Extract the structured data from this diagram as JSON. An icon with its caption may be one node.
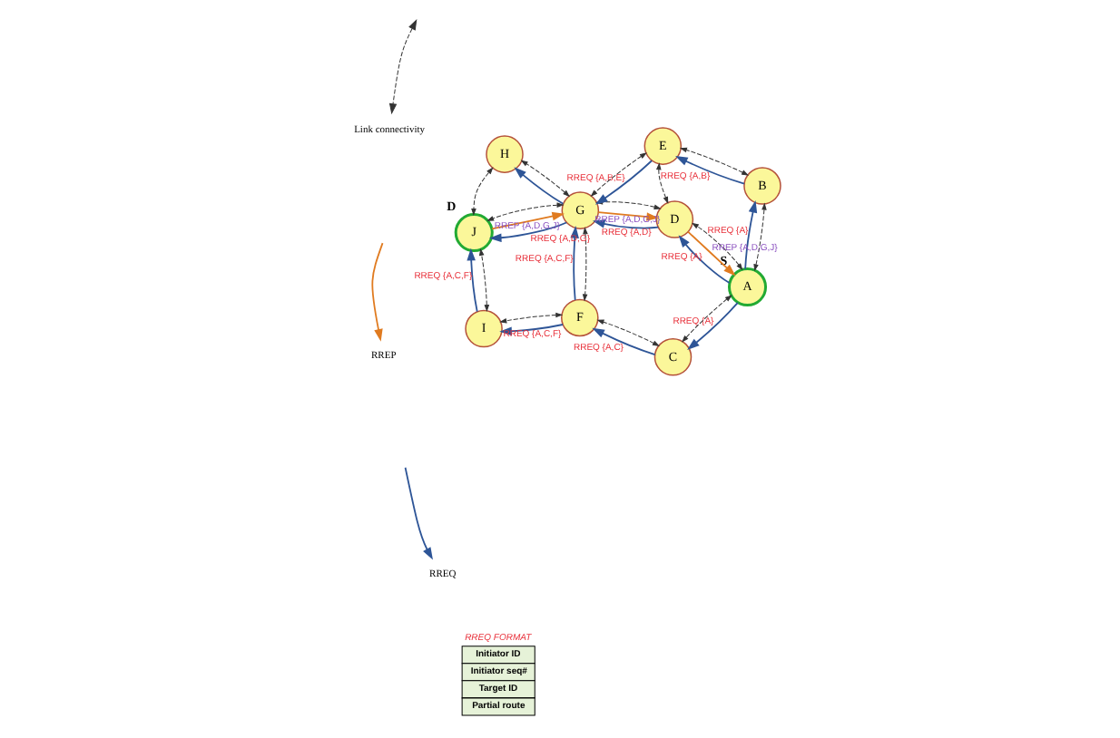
{
  "diagram": {
    "nodes": [
      {
        "text": [
          "A"
        ],
        "beside": [
          "S"
        ]
      },
      {
        "text": [
          "B"
        ]
      },
      {
        "text": [
          "C"
        ]
      },
      {
        "text": [
          "D"
        ]
      },
      {
        "text": [
          "E"
        ]
      },
      {
        "text": [
          "F"
        ]
      },
      {
        "text": [
          "G"
        ]
      },
      {
        "text": [
          "H"
        ]
      },
      {
        "text": [
          "I"
        ]
      },
      {
        "text": [
          "J"
        ],
        "beside": [
          "D"
        ]
      }
    ],
    "edges": [
      {
        "from": 0,
        "to": 1,
        "arrow": "to",
        "label": "RREQ {A}",
        "color": "#2e5597"
      },
      {
        "from": 1,
        "to": 4,
        "arrow": "to",
        "label": "RREQ {A,B}",
        "color": "#2e5597"
      },
      {
        "from": 0,
        "to": 3,
        "arrow": "to",
        "label": "RREQ {A}",
        "color": "#2e5597"
      },
      {
        "from": 0,
        "to": 2,
        "arrow": "to",
        "label": "RREQ {A}",
        "color": "#2e5597"
      },
      {
        "from": 4,
        "to": 6,
        "arrow": "to",
        "label": "RREQ {A,B,E}",
        "color": "#2e5597"
      },
      {
        "from": 3,
        "to": 6,
        "arrow": "to",
        "label": "RREQ {A,D}",
        "color": "#2e5597"
      },
      {
        "from": 6,
        "to": 7,
        "arrow": "to",
        "color": "#2e5597"
      },
      {
        "from": 6,
        "to": 9,
        "arrow": "to",
        "label": "RREQ {A,D,G}",
        "color": "#2e5597"
      },
      {
        "from": 2,
        "to": 5,
        "arrow": "to",
        "label": "RREQ {A,C}",
        "color": "#2e5597"
      },
      {
        "from": 5,
        "to": 6,
        "arrow": "to",
        "label": "RREQ {A,C,F}",
        "color": "#2e5597"
      },
      {
        "from": 5,
        "to": 8,
        "arrow": "to",
        "label": "RREQ {A,C,F}",
        "color": "#2e5597"
      },
      {
        "from": 8,
        "to": 9,
        "arrow": "to",
        "label": "RREQ {A,C,F}",
        "color": "#2e5597"
      },
      {
        "from": 9,
        "to": 6,
        "arrow": "to",
        "label": "RREP {A,D,G,J}",
        "color": "#e07b20"
      },
      {
        "from": 6,
        "to": 3,
        "arrow": "to",
        "label": "RREP {A,D,G,J}",
        "color": "#e07b20"
      },
      {
        "from": 3,
        "to": 0,
        "arrow": "to",
        "label": "RREP {A,D,G,J}",
        "color": "#e07b20"
      },
      {
        "from": 0,
        "to": 1,
        "arrow": "both",
        "style": "dashed"
      },
      {
        "from": 1,
        "to": 4,
        "arrow": "both",
        "style": "dashed"
      },
      {
        "from": 0,
        "to": 3,
        "arrow": "both",
        "style": "dashed"
      },
      {
        "from": 0,
        "to": 2,
        "arrow": "both",
        "style": "dashed"
      },
      {
        "from": 4,
        "to": 3,
        "arrow": "both",
        "style": "dashed"
      },
      {
        "from": 3,
        "to": 6,
        "arrow": "both",
        "style": "dashed"
      },
      {
        "from": 4,
        "to": 6,
        "arrow": "both",
        "style": "dashed"
      },
      {
        "from": 6,
        "to": 7,
        "arrow": "both",
        "style": "dashed"
      },
      {
        "from": 7,
        "to": 9,
        "arrow": "both",
        "style": "dashed"
      },
      {
        "from": 6,
        "to": 9,
        "arrow": "both",
        "style": "dashed"
      },
      {
        "from": 6,
        "to": 5,
        "arrow": "both",
        "style": "dashed"
      },
      {
        "from": 2,
        "to": 5,
        "arrow": "both",
        "style": "dashed"
      },
      {
        "from": 5,
        "to": 8,
        "arrow": "both",
        "style": "dashed"
      },
      {
        "from": 8,
        "to": 9,
        "arrow": "both",
        "style": "dashed"
      }
    ],
    "labels": [
      "RREQ FORMAT",
      "Initiator ID",
      "Initiator seq#",
      "Target ID",
      "Partial route"
    ],
    "legend": [
      {
        "text": "Link connectivity"
      },
      {
        "text": "RREP"
      },
      {
        "text": "RREQ"
      }
    ]
  }
}
